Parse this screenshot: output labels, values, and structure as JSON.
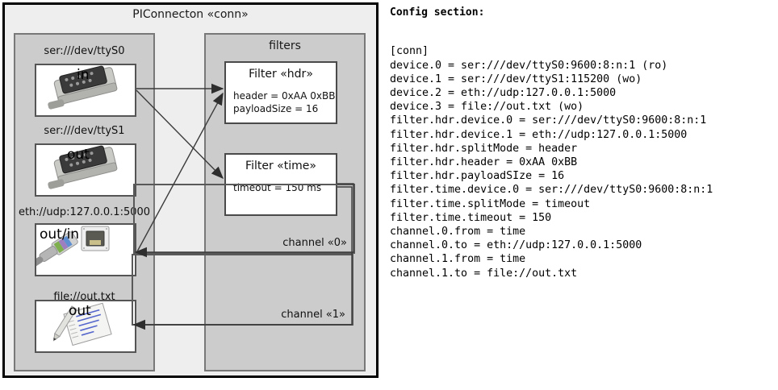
{
  "diagram": {
    "title": "PIConnecton «conn»",
    "devices_panel": {
      "name": "devices",
      "items": [
        {
          "label": "ser:///dev/ttyS0",
          "direction": "in",
          "icon": "serial-port-icon"
        },
        {
          "label": "ser:///dev/ttyS1",
          "direction": "out",
          "icon": "serial-port-icon"
        },
        {
          "label": "eth://udp:127.0.0.1:5000",
          "direction": "out/in",
          "icon": "ethernet-jack-icon"
        },
        {
          "label": "file://out.txt",
          "direction": "out",
          "icon": "notepad-icon"
        }
      ]
    },
    "filters_panel": {
      "title": "filters",
      "filters": [
        {
          "title": "Filter «hdr»",
          "attrs": [
            "header = 0xAA 0xBB",
            "payloadSize = 16"
          ]
        },
        {
          "title": "Filter «time»",
          "attrs": [
            "timeout = 150 ms"
          ]
        }
      ],
      "channels": [
        {
          "label": "channel «0»"
        },
        {
          "label": "channel «1»"
        }
      ]
    }
  },
  "config": {
    "heading": "Config section:",
    "lines": [
      "[conn]",
      "device.0 = ser:///dev/ttyS0:9600:8:n:1 (ro)",
      "device.1 = ser:///dev/ttyS1:115200 (wo)",
      "device.2 = eth://udp:127.0.0.1:5000",
      "device.3 = file://out.txt (wo)",
      "filter.hdr.device.0 = ser:///dev/ttyS0:9600:8:n:1",
      "filter.hdr.device.1 = eth://udp:127.0.0.1:5000",
      "filter.hdr.splitMode = header",
      "filter.hdr.header = 0xAA 0xBB",
      "filter.hdr.payloadSIze = 16",
      "filter.time.device.0 = ser:///dev/ttyS0:9600:8:n:1",
      "filter.time.splitMode = timeout",
      "filter.time.timeout = 150",
      "channel.0.from = time",
      "channel.0.to = eth://udp:127.0.0.1:5000",
      "channel.1.from = time",
      "channel.1.to = file://out.txt"
    ]
  },
  "colors": {
    "frame_border": "#000000",
    "frame_fill": "#eeeeee",
    "panel_fill": "#cccccc",
    "panel_border": "#787878",
    "box_fill": "#ffffff",
    "box_border": "#555555",
    "wire": "#3b3b3b"
  }
}
